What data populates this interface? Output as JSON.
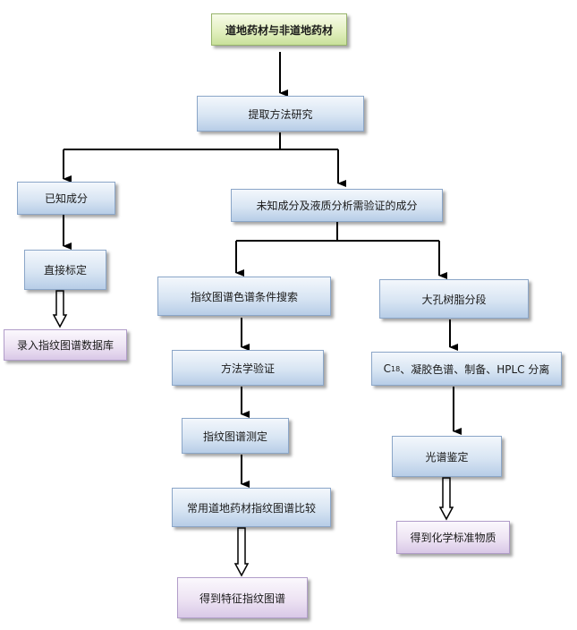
{
  "nodes": {
    "root": "道地药材与非道地药材",
    "extract": "提取方法研究",
    "known": "已知成分",
    "unknown": "未知成分及液质分析需验证的成分",
    "calibrate": "直接标定",
    "record": "录入指纹图谱数据库",
    "conditions": "指纹图谱色谱条件搜索",
    "resin": "大孔树脂分段",
    "validation": "方法学验证",
    "separation_prefix": "C",
    "separation_sub": "18",
    "separation_rest": "、凝胶色谱、制备、HPLC 分离",
    "measure": "指纹图谱测定",
    "spectral": "光谱鉴定",
    "compare": "常用道地药材指纹图谱比较",
    "result_standard": "得到化学标准物质",
    "result_fingerprint": "得到特征指纹图谱"
  },
  "colors": {
    "box_blue": "#d8e5f3",
    "box_green": "#e3f0c0",
    "box_purple": "#ede3f3",
    "arrow": "#000000"
  }
}
